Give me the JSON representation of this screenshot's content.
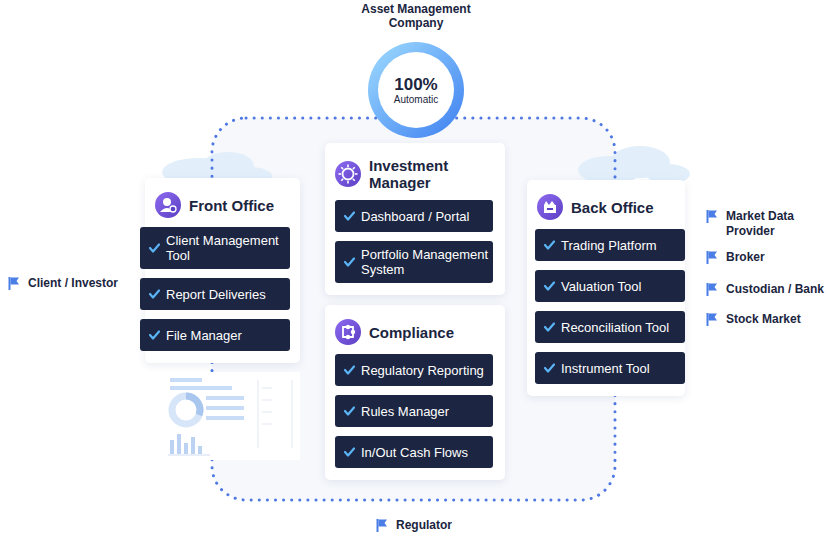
{
  "diagram": {
    "nodes": [
      {
        "text": [
          "Asset Management Company",
          "100%",
          "Automatic"
        ]
      },
      {
        "text": [
          "Front Office"
        ]
      },
      {
        "text": [
          "Client Management Tool"
        ],
        "in": 1
      },
      {
        "text": [
          "Report Deliveries"
        ],
        "in": 1
      },
      {
        "text": [
          "File Manager"
        ],
        "in": 1
      },
      {
        "text": [
          "Investment Manager"
        ]
      },
      {
        "text": [
          "Dashboard / Portal"
        ],
        "in": 5
      },
      {
        "text": [
          "Portfolio Management System"
        ],
        "in": 5
      },
      {
        "text": [
          "Compliance"
        ]
      },
      {
        "text": [
          "Regulatory Reporting"
        ],
        "in": 8
      },
      {
        "text": [
          "Rules Manager"
        ],
        "in": 8
      },
      {
        "text": [
          "In/Out Cash Flows"
        ],
        "in": 8
      },
      {
        "text": [
          "Back Office"
        ]
      },
      {
        "text": [
          "Trading Platform"
        ],
        "in": 12
      },
      {
        "text": [
          "Valuation Tool"
        ],
        "in": 12
      },
      {
        "text": [
          "Reconciliation Tool"
        ],
        "in": 12
      },
      {
        "text": [
          "Instrument Tool"
        ],
        "in": 12
      }
    ],
    "labels": [
      "Client / Investor",
      "Market Data Provider",
      "Broker",
      "Custodian / Bank",
      "Stock Market",
      "Regulator"
    ]
  }
}
